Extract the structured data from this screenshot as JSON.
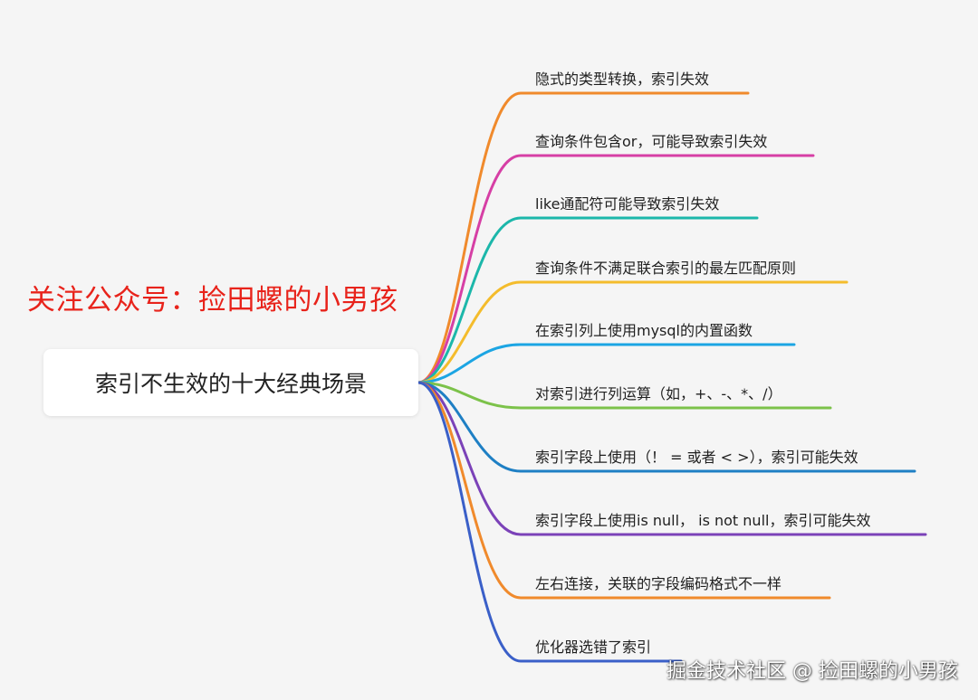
{
  "promo_text": "关注公众号：捡田螺的小男孩",
  "root": {
    "label": "索引不生效的十大经典场景"
  },
  "branches": [
    {
      "label": "隐式的类型转换，索引失效",
      "color": "#f08a2c"
    },
    {
      "label": "查询条件包含or，可能导致索引失效",
      "color": "#d63fa5"
    },
    {
      "label": "like通配符可能导致索引失效",
      "color": "#1cb7aa"
    },
    {
      "label": "查询条件不满足联合索引的最左匹配原则",
      "color": "#f4bc2c"
    },
    {
      "label": "在索引列上使用mysql的内置函数",
      "color": "#1ca5e3"
    },
    {
      "label": "对索引进行列运算（如，+、-、*、/）",
      "color": "#7cc24a"
    },
    {
      "label": "索引字段上使用（！ = 或者 < >），索引可能失效",
      "color": "#1e7fc4"
    },
    {
      "label": "索引字段上使用is null， is not null，索引可能失效",
      "color": "#7b42b8"
    },
    {
      "label": "左右连接，关联的字段编码格式不一样",
      "color": "#f08a2c"
    },
    {
      "label": "优化器选错了索引",
      "color": "#3a5fc8"
    }
  ],
  "watermark": "掘金技术社区 @ 捡田螺的小男孩"
}
